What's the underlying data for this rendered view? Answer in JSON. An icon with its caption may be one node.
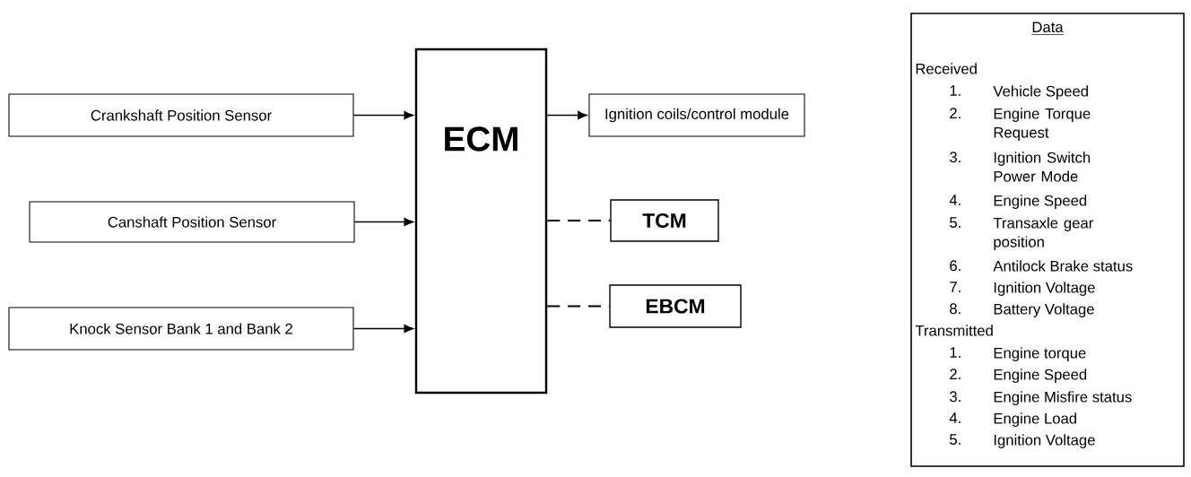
{
  "diagram": {
    "nodes": [
      {
        "text": [
          "Crankshaft Position Sensor"
        ]
      },
      {
        "text": [
          "Canshaft Position Sensor"
        ]
      },
      {
        "text": [
          "Knock Sensor Bank 1 and Bank 2"
        ]
      },
      {
        "text": [
          "ECM"
        ]
      },
      {
        "text": [
          "Ignition coils/control module"
        ]
      },
      {
        "text": [
          "TCM"
        ]
      },
      {
        "text": [
          "EBCM"
        ]
      },
      {
        "text": [
          "Data",
          "Received",
          "1.",
          "Vehicle Speed",
          "2.",
          "Engine Torque Request",
          "3.",
          "Ignition Switch Power Mode",
          "4.",
          "Engine Speed",
          "5.",
          "Transaxle gear position",
          "6.",
          "Antilock Brake status",
          "7.",
          "Ignition Voltage",
          "8.",
          "Battery Voltage",
          "Transmitted",
          "1.",
          "Engine torque",
          "2.",
          "Engine Speed",
          "3.",
          "Engine Misfire status",
          "4.",
          "Engine Load",
          "5.",
          "Ignition Voltage"
        ]
      }
    ],
    "edges": [
      {
        "from": 0,
        "to": 3,
        "arrow": "to"
      },
      {
        "from": 1,
        "to": 3,
        "arrow": "to"
      },
      {
        "from": 2,
        "to": 3,
        "arrow": "to"
      },
      {
        "from": 3,
        "to": 4,
        "arrow": "to"
      },
      {
        "from": 3,
        "to": 5,
        "arrow": "none",
        "style": "dashed"
      },
      {
        "from": 3,
        "to": 6,
        "arrow": "none",
        "style": "dashed"
      }
    ]
  }
}
